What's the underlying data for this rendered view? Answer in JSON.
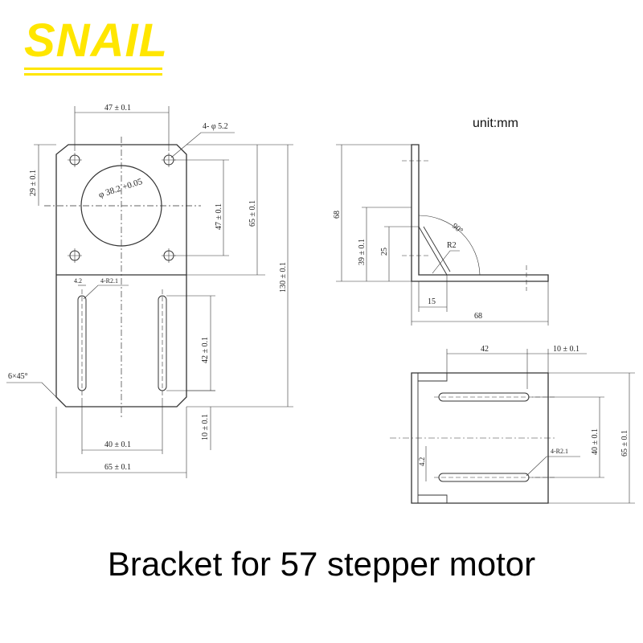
{
  "brand": {
    "name": "SNAIL",
    "color": "#ffe600"
  },
  "unit_label": "unit:mm",
  "caption": "Bracket for 57 stepper motor",
  "front_view": {
    "dims": {
      "top_width": "47 ± 0.1",
      "holes": "4- φ 5.2",
      "bore": "φ 38.2 +0.05",
      "upper_vertical": "29 ± 0.1",
      "hole_spacing_vertical": "47 ± 0.1",
      "plate_height_upper": "65 ± 0.1",
      "total_height": "130 ± 0.1",
      "slot_width": "4.2",
      "slot_radius": "4-R2.1",
      "slot_length": "42 ± 0.1",
      "chamfer": "6×45°",
      "slot_spacing": "40 ± 0.1",
      "bottom_offset": "10 ± 0.1",
      "plate_width": "65 ± 0.1"
    }
  },
  "side_view": {
    "dims": {
      "height": "68",
      "angle": "90°",
      "hole_center": "39 ± 0.1",
      "gusset": "25",
      "radius": "R2",
      "foot": "15",
      "base_length": "68"
    }
  },
  "top_view": {
    "dims": {
      "slot_offset": "42",
      "edge_offset": "10 ± 0.1",
      "slot_spacing": "40 ± 0.1",
      "width": "65 ± 0.1",
      "slot_width": "4.2",
      "slot_radius": "4-R2.1"
    }
  }
}
